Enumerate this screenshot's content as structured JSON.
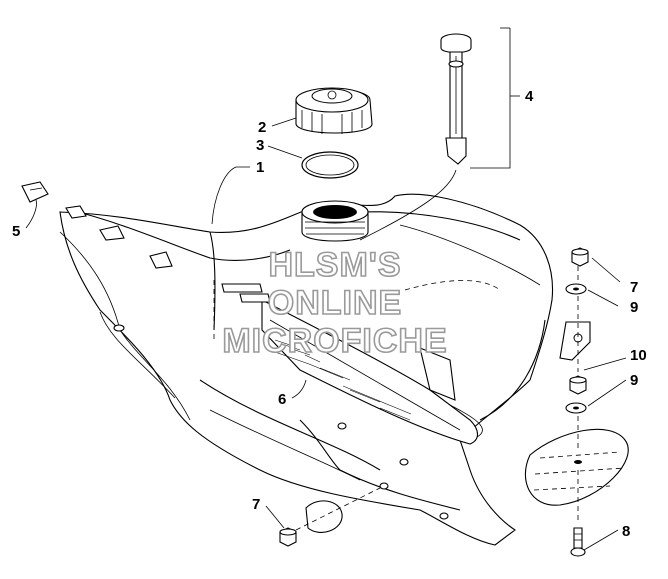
{
  "callouts": {
    "c1": "1",
    "c2": "2",
    "c3": "3",
    "c4": "4",
    "c5": "5",
    "c6": "6",
    "c7a": "7",
    "c7b": "7",
    "c8": "8",
    "c9a": "9",
    "c9b": "9",
    "c10": "10"
  },
  "watermark": {
    "line1": "HLSM'S",
    "line2": "ONLINE",
    "line3": "MICROFICHE"
  }
}
